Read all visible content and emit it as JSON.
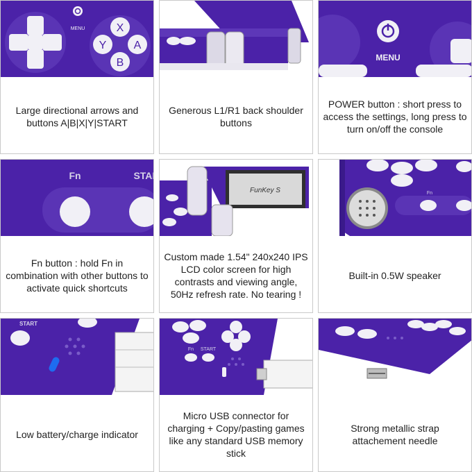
{
  "cells": [
    {
      "caption": "Large directional arrows and buttons A|B|X|Y|START",
      "labels": {
        "menu": "MENU",
        "x": "X",
        "y": "Y",
        "a": "A",
        "b": "B"
      }
    },
    {
      "caption": "Generous L1/R1 back shoulder buttons"
    },
    {
      "caption": "POWER button : short press to access the settings, long press to turn on/off the console",
      "labels": {
        "menu": "MENU"
      }
    },
    {
      "caption": "Fn button : hold Fn in combination with other buttons to activate quick shortcuts",
      "labels": {
        "fn": "Fn",
        "start": "STAR"
      }
    },
    {
      "caption": "Custom made 1.54\" 240x240 IPS LCD color screen for high contrasts and viewing angle, 50Hz refresh rate. No tearing !",
      "labels": {
        "logo": "FunKey S"
      }
    },
    {
      "caption": "Built-in 0.5W speaker",
      "labels": {
        "fn": "Fn"
      }
    },
    {
      "caption": "Low battery/charge indicator",
      "labels": {
        "start": "START"
      }
    },
    {
      "caption": "Micro USB connector for charging + Copy/pasting games like any standard USB memory stick",
      "labels": {
        "fn": "Fn",
        "start": "START"
      }
    },
    {
      "caption": "Strong metallic strap attachement needle"
    }
  ],
  "colors": {
    "body_purple": "#4b22a8",
    "button_white": "#f1f0f6",
    "caption_text": "#222222"
  }
}
